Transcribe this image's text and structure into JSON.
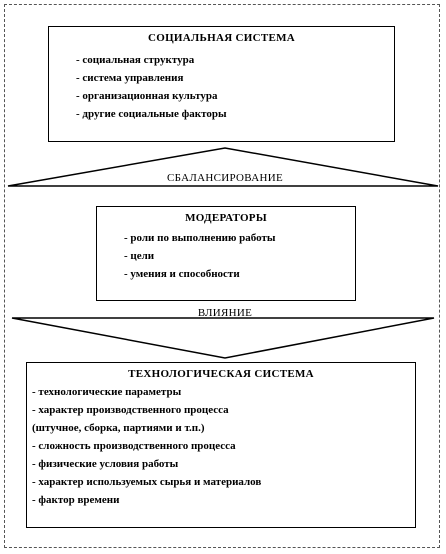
{
  "social": {
    "title": "СОЦИАЛЬНАЯ  СИСТЕМА",
    "items": [
      "- социальная структура",
      "- система управления",
      "- организационная  культура",
      "- другие социальные факторы"
    ]
  },
  "balancing_label": "СБАЛАНСИРОВАНИЕ",
  "moderators": {
    "title": "МОДЕРАТОРЫ",
    "items": [
      "- роли по выполнению работы",
      "- цели",
      "- умения и способности"
    ]
  },
  "influence_label": "ВЛИЯНИЕ",
  "tech": {
    "title": "ТЕХНОЛОГИЧЕСКАЯ  СИСТЕМА",
    "items": [
      "- технологические параметры",
      "- характер производственного процесса",
      "(штучное, сборка, партиями и т.п.)",
      "- сложность производственного процесса",
      "- физические условия работы",
      "- характер используемых сырья и материалов",
      "- фактор времени"
    ]
  }
}
